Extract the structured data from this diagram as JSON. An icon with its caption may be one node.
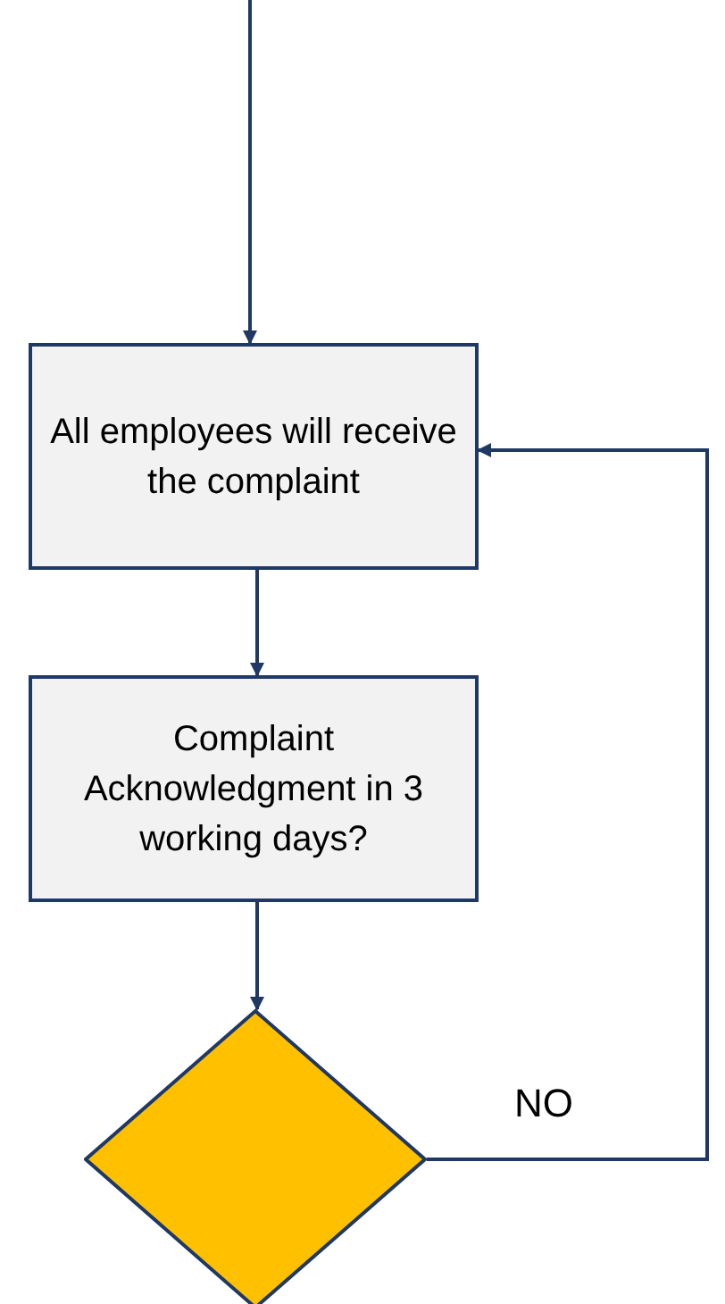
{
  "diagram": {
    "nodes": [
      {
        "text": [
          "All employees will receive the complaint"
        ]
      },
      {
        "text": [
          "Complaint Acknowledgment in 3 working days?"
        ]
      },
      {
        "text": [],
        "shape": "diamond"
      }
    ],
    "edges": [
      {
        "from": null,
        "to": 0,
        "arrow": "to"
      },
      {
        "from": 0,
        "to": 1,
        "arrow": "to"
      },
      {
        "from": 1,
        "to": 2,
        "arrow": "to"
      },
      {
        "from": 2,
        "to": 0,
        "arrow": "to",
        "label": "NO"
      }
    ]
  }
}
